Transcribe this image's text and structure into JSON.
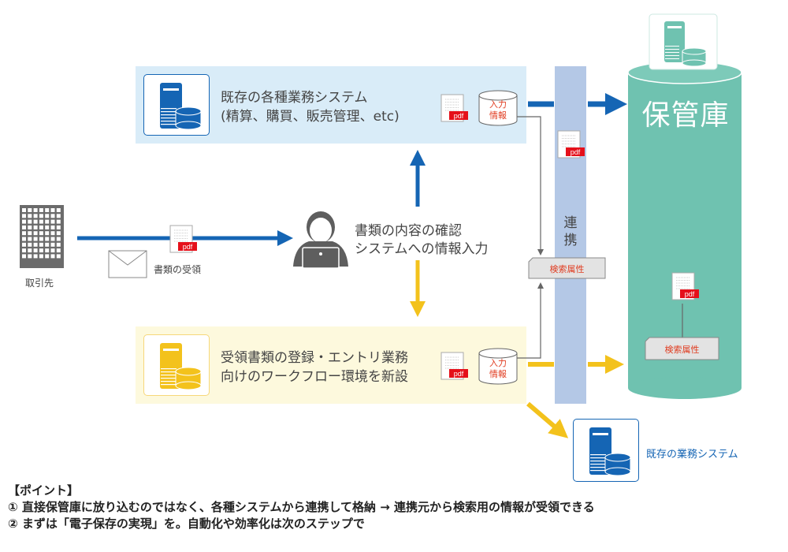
{
  "partner": {
    "label": "取引先"
  },
  "receipt": {
    "label": "書類の受領"
  },
  "operator": {
    "line1": "書類の内容の確認",
    "line2": "システムへの情報入力"
  },
  "existing_systems": {
    "line1": "既存の各種業務システム",
    "line2": "(精算、購買、販売管理、etc)",
    "db_line1": "入力",
    "db_line2": "情報"
  },
  "workflow": {
    "line1": "受領書類の登録・エントリ業務",
    "line2": "向けのワークフロー環境を新設",
    "db_line1": "入力",
    "db_line2": "情報"
  },
  "renkei": {
    "line1": "連",
    "line2": "携"
  },
  "search_attr_tag": "検索属性",
  "storage": {
    "label": "保管庫",
    "search_attr_tag": "検索属性"
  },
  "existing_business_system": {
    "label": "既存の業務システム"
  },
  "pdf_label": "pdf",
  "points": {
    "heading": "【ポイント】",
    "item1": "① 直接保管庫に放り込むのではなく、各種システムから連携して格納 → 連携元から検索用の情報が受領できる",
    "item2": "② まずは「電子保存の実現」を。自動化や効率化は次のステップで"
  },
  "colors": {
    "blue_accent": "#1565b4",
    "yellow_accent": "#f3c21c",
    "storage_green": "#6fc2b0",
    "renkei_bar": "#b4c8e6",
    "red_text": "#e03b1f"
  }
}
